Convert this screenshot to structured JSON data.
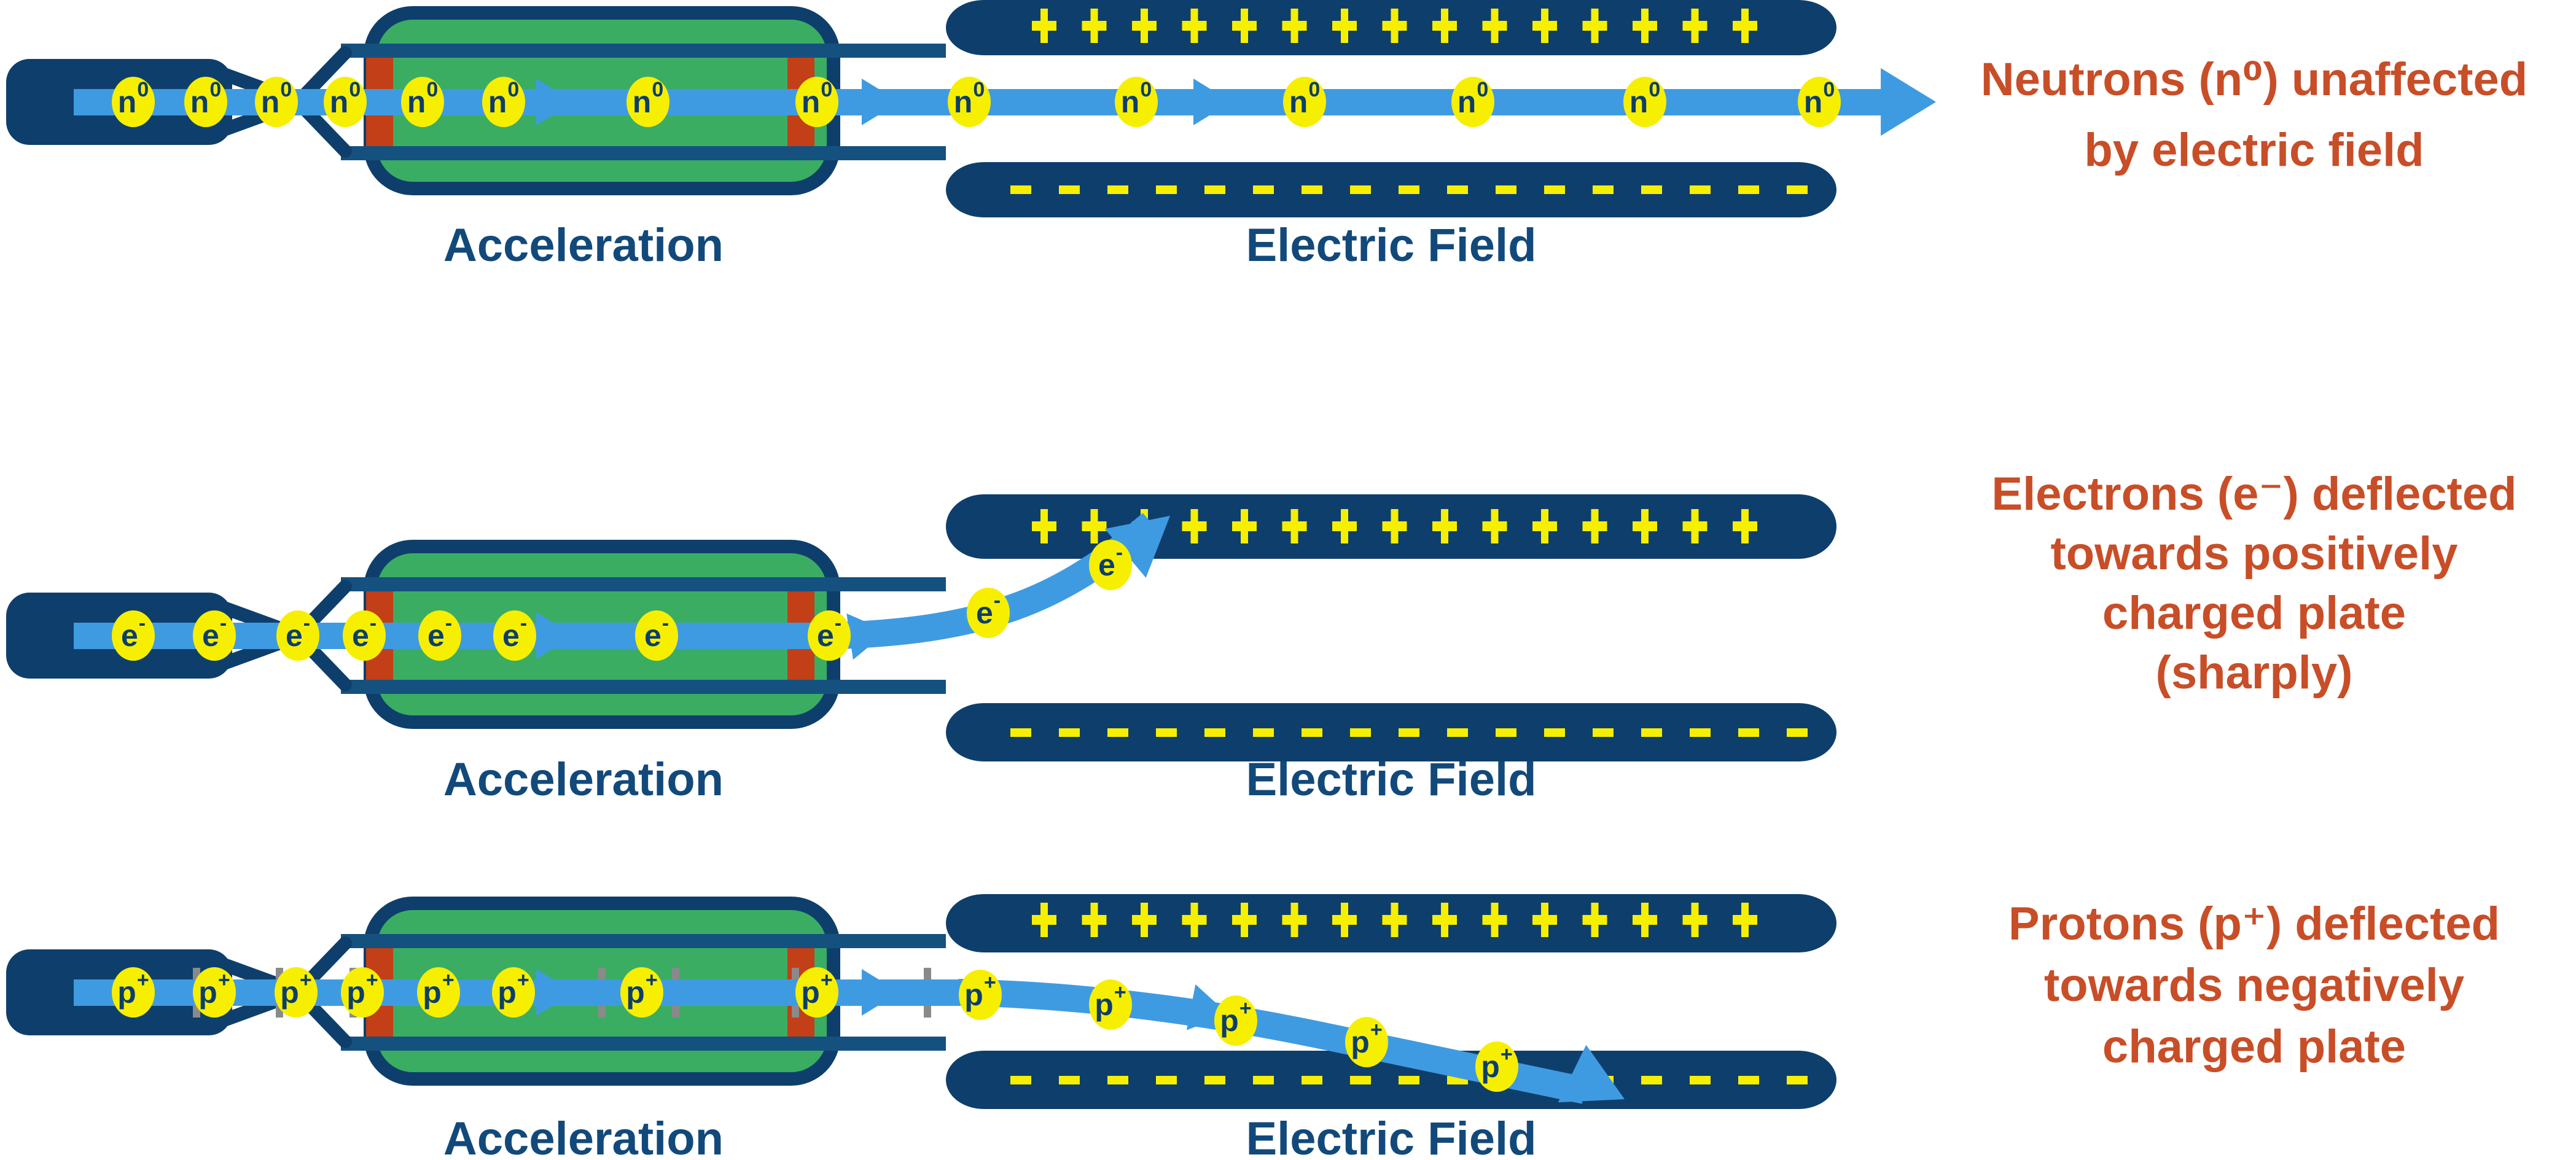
{
  "colors": {
    "navy": "#0e3f6c",
    "wall_navy": "#15517f",
    "green": "#3aad63",
    "orange_bar": "#c23f17",
    "beam_blue": "#3f9be1",
    "yellow": "#f7ef00",
    "label_navy": "#12497b",
    "particle_text_navy": "#0d3e6b",
    "annotation_orange": "#c84e28",
    "grey": "#8a8a8a"
  },
  "rows": [
    {
      "id": "neutrons",
      "particle": {
        "text": "n⁰",
        "base": "n",
        "sup": "0",
        "count": 14
      },
      "acceleration_label": "Acceleration",
      "electric_field_label": "Electric Field",
      "plate_top_symbol": "+",
      "plate_top_symbol_count": 15,
      "plate_bottom_symbol": "-",
      "plate_bottom_symbol_count": 17,
      "deflection": "none",
      "annotation_lines": [
        "Neutrons (n⁰) unaffected",
        "by electric field"
      ]
    },
    {
      "id": "electrons",
      "particle": {
        "text": "e⁻",
        "base": "e",
        "sup": "-",
        "count": 10
      },
      "acceleration_label": "Acceleration",
      "electric_field_label": "Electric Field",
      "plate_top_symbol": "+",
      "plate_top_symbol_count": 15,
      "plate_bottom_symbol": "-",
      "plate_bottom_symbol_count": 17,
      "deflection": "up",
      "annotation_lines": [
        "Electrons (e⁻) deflected",
        "towards positively",
        "charged plate",
        "(sharply)"
      ]
    },
    {
      "id": "protons",
      "particle": {
        "text": "p⁺",
        "base": "p",
        "sup": "+",
        "count": 13
      },
      "acceleration_label": "Acceleration",
      "electric_field_label": "Electric Field",
      "plate_top_symbol": "+",
      "plate_top_symbol_count": 15,
      "plate_bottom_symbol": "-",
      "plate_bottom_symbol_count": 17,
      "deflection": "down",
      "annotation_lines": [
        "Protons (p⁺) deflected",
        "towards negatively",
        "charged plate"
      ]
    }
  ]
}
